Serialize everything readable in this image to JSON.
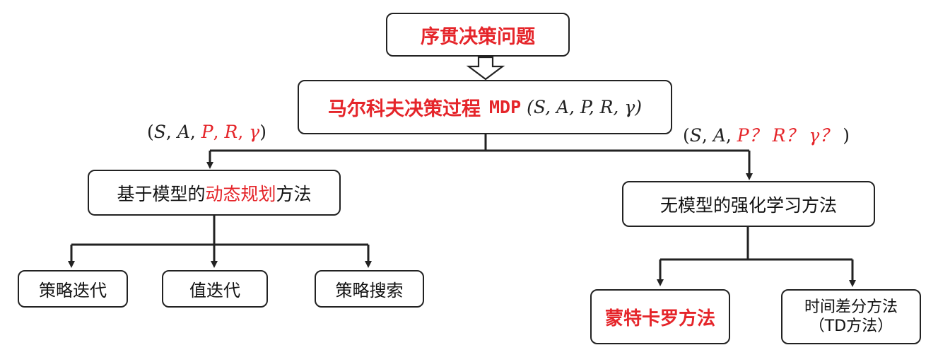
{
  "nodes": {
    "root": {
      "label": "序贯决策问题"
    },
    "mdp": {
      "label": "马尔科夫决策过程",
      "abbr": "MDP",
      "tuple": "(S, A, P, R, γ)"
    },
    "model_based": {
      "prefix": "基于模型的",
      "highlight": "动态规划",
      "suffix": "方法"
    },
    "model_free": {
      "label": "无模型的强化学习方法"
    },
    "policy_iteration": {
      "label": "策略迭代"
    },
    "value_iteration": {
      "label": "值迭代"
    },
    "policy_search": {
      "label": "策略搜索"
    },
    "monte_carlo": {
      "label": "蒙特卡罗方法"
    },
    "td": {
      "line1": "时间差分方法",
      "line2": "（TD方法）"
    }
  },
  "annotations": {
    "left": {
      "open": "(",
      "S": "S",
      "A": "A",
      "P": "P",
      "R": "R",
      "gamma": "γ",
      "close": ")"
    },
    "right": {
      "open": "(",
      "S": "S",
      "A": "A",
      "P": "P？",
      "R": "R？",
      "gamma": "γ？",
      "close": ")"
    }
  },
  "colors": {
    "highlight": "#e5252a",
    "stroke": "#222222"
  }
}
